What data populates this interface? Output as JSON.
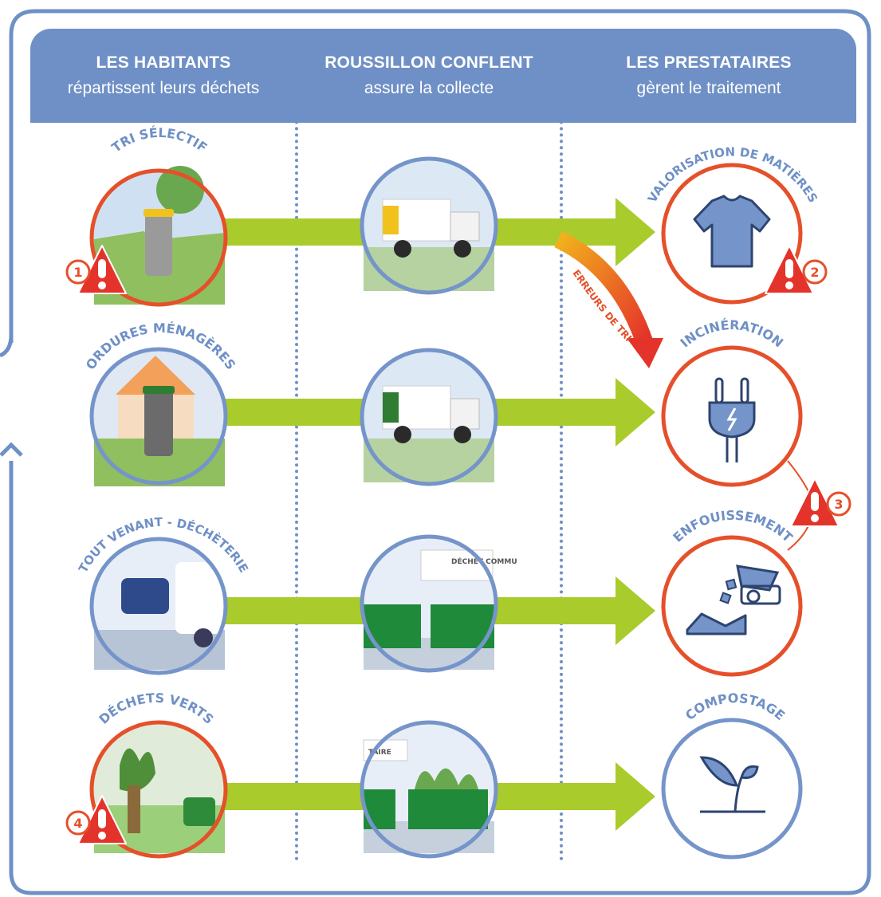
{
  "headers": [
    {
      "title": "LES HABITANTS",
      "subtitle": "répartissent leurs déchets"
    },
    {
      "title": "ROUSSILLON CONFLENT",
      "subtitle": "assure la collecte"
    },
    {
      "title": "LES PRESTATAIRES",
      "subtitle": "gèrent le traitement"
    }
  ],
  "sources": [
    {
      "label": "TRI SÉLECTIF",
      "alert": "1"
    },
    {
      "label": "ORDURES MÉNAGÈRES",
      "alert": ""
    },
    {
      "label": "TOUT VENANT - DÉCHÈTERIE",
      "alert": ""
    },
    {
      "label": "DÉCHETS VERTS",
      "alert": "4"
    }
  ],
  "collect": {
    "sign_3": "DÉCHET COMMU",
    "sign_4": "TAIRE"
  },
  "treatments": [
    {
      "label": "VALORISATION DE MATIÈRES",
      "alert": "2"
    },
    {
      "label": "INCINÉRATION",
      "alert": ""
    },
    {
      "label": "ENFOUISSEMENT",
      "alert": ""
    },
    {
      "label": "COMPOSTAGE",
      "alert": ""
    }
  ],
  "shared_alert": "3",
  "error_flow": "ERREURS DE TRI",
  "colors": {
    "header": "#6f90c6",
    "frame": "#6f90c6",
    "arrow": "#a9cb2c",
    "orange": "#e5502a",
    "alert": "#e4332a",
    "blue_ring": "#7594ca"
  }
}
